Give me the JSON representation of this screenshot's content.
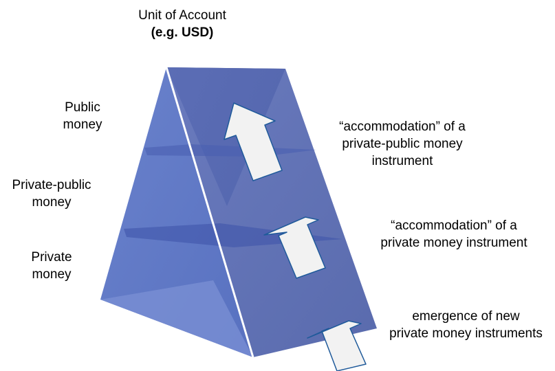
{
  "title": {
    "line1": "Unit of Account",
    "line2": "(e.g. USD)"
  },
  "layers": {
    "public": {
      "line1": "Public",
      "line2": "money"
    },
    "private_public": {
      "line1": "Private-public",
      "line2": "money"
    },
    "private": {
      "line1": "Private",
      "line2": "money"
    }
  },
  "arrows": {
    "top": {
      "line1": "“accommodation” of a",
      "line2": "private-public money",
      "line3": "instrument"
    },
    "middle": {
      "line1": "“accommodation” of a",
      "line2": "private money instrument"
    },
    "bottom": {
      "line1": "emergence of new",
      "line2": "private money instruments"
    }
  },
  "colors": {
    "prism_face": "#5f76c4",
    "prism_edge": "#ffffff",
    "arrow_fill": "#f2f2f2",
    "arrow_stroke": "#1f5a9a"
  }
}
